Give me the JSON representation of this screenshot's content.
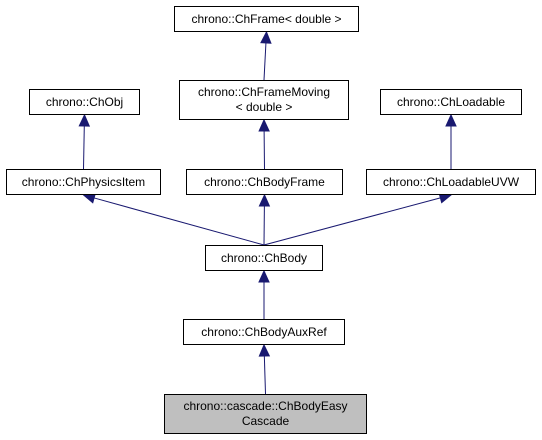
{
  "colors": {
    "edge": "#191970",
    "highlight_fill": "#bfbfbf",
    "node_border": "#000000"
  },
  "nodes": {
    "chframe": {
      "lines": [
        "chrono::ChFrame< double >"
      ]
    },
    "chobj": {
      "lines": [
        "chrono::ChObj"
      ]
    },
    "chframemoving": {
      "lines": [
        "chrono::ChFrameMoving",
        "< double >"
      ]
    },
    "chloadable": {
      "lines": [
        "chrono::ChLoadable"
      ]
    },
    "chphysicsitem": {
      "lines": [
        "chrono::ChPhysicsItem"
      ]
    },
    "chbodyframe": {
      "lines": [
        "chrono::ChBodyFrame"
      ]
    },
    "chloadableuvw": {
      "lines": [
        "chrono::ChLoadableUVW"
      ]
    },
    "chbody": {
      "lines": [
        "chrono::ChBody"
      ]
    },
    "chbodyauxref": {
      "lines": [
        "chrono::ChBodyAuxRef"
      ]
    },
    "chbodyeasycascade": {
      "lines": [
        "chrono::cascade::ChBodyEasy",
        "Cascade"
      ]
    }
  },
  "edges": [
    {
      "from": "chframemoving",
      "to": "chframe"
    },
    {
      "from": "chphysicsitem",
      "to": "chobj"
    },
    {
      "from": "chbodyframe",
      "to": "chframemoving"
    },
    {
      "from": "chloadableuvw",
      "to": "chloadable"
    },
    {
      "from": "chbody",
      "to": "chphysicsitem"
    },
    {
      "from": "chbody",
      "to": "chbodyframe"
    },
    {
      "from": "chbody",
      "to": "chloadableuvw"
    },
    {
      "from": "chbodyauxref",
      "to": "chbody"
    },
    {
      "from": "chbodyeasycascade",
      "to": "chbodyauxref"
    }
  ]
}
